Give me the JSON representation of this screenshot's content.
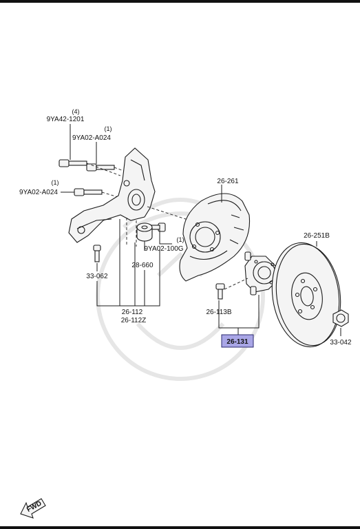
{
  "labels": {
    "bolt_upper_qty": "(4)",
    "bolt_upper": "9YA42-1201",
    "bolt_mid_qty": "(1)",
    "bolt_mid": "9YA02-A024",
    "bolt_left_qty": "(1)",
    "bolt_left": "9YA02-A024",
    "bolt_right_qty": "(1)",
    "bolt_right": "9YA02-100G",
    "bushing": "28-660",
    "stud_left": "33-062",
    "knuckle": "26-112",
    "knuckle_alt": "26-112Z",
    "dust_shield": "26-261",
    "hub_bolt": "26-113B",
    "hub_assembly": "26-131",
    "disc": "26-251B",
    "nut": "33-042",
    "fwd": "FWD"
  },
  "colors": {
    "highlight": "#a9a6e6",
    "line": "#1a1a1a"
  }
}
